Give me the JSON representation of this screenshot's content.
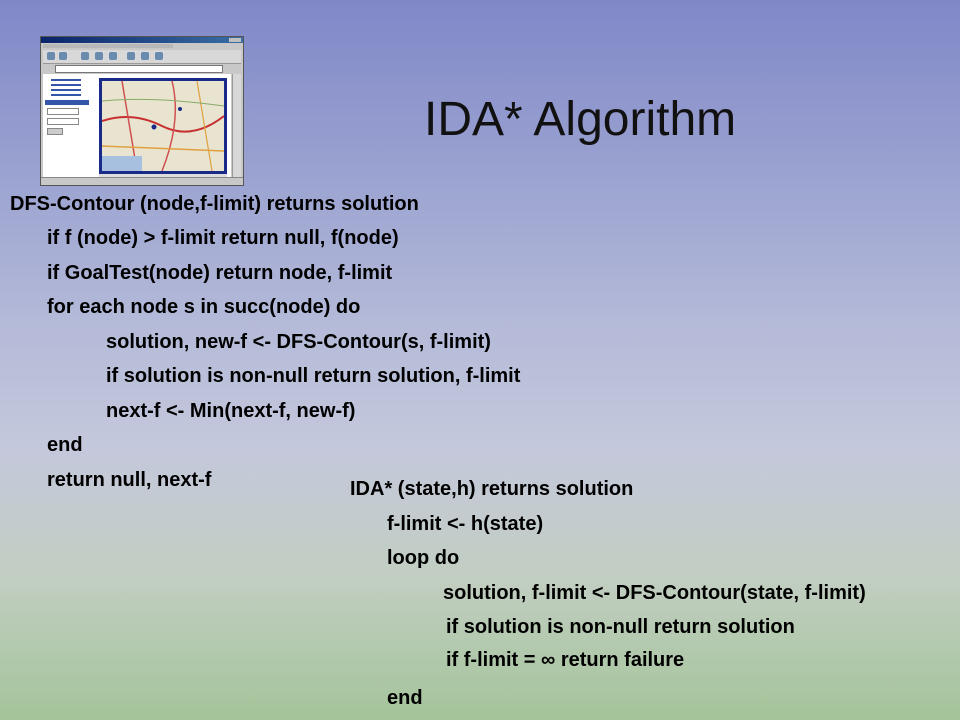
{
  "slide": {
    "title": "IDA* Algorithm"
  },
  "thumbnail": {
    "icon": "browser-screenshot-map"
  },
  "dfs_contour": {
    "header": "DFS-Contour (node,f-limit) returns solution",
    "lines": [
      "if f (node) > f-limit return null, f(node)",
      "if GoalTest(node) return node, f-limit",
      "for each node s in succ(node) do",
      "solution, new-f <- DFS-Contour(s, f-limit)",
      "if solution is non-null return solution, f-limit",
      "next-f <- Min(next-f, new-f)",
      "end",
      "return null, next-f"
    ]
  },
  "ida_star": {
    "header": "IDA* (state,h) returns solution",
    "lines": [
      "f-limit <- h(state)",
      "loop do",
      "solution, f-limit <- DFS-Contour(state, f-limit)",
      "if solution is non-null return solution",
      "if f-limit = ∞ return failure",
      "end"
    ]
  }
}
